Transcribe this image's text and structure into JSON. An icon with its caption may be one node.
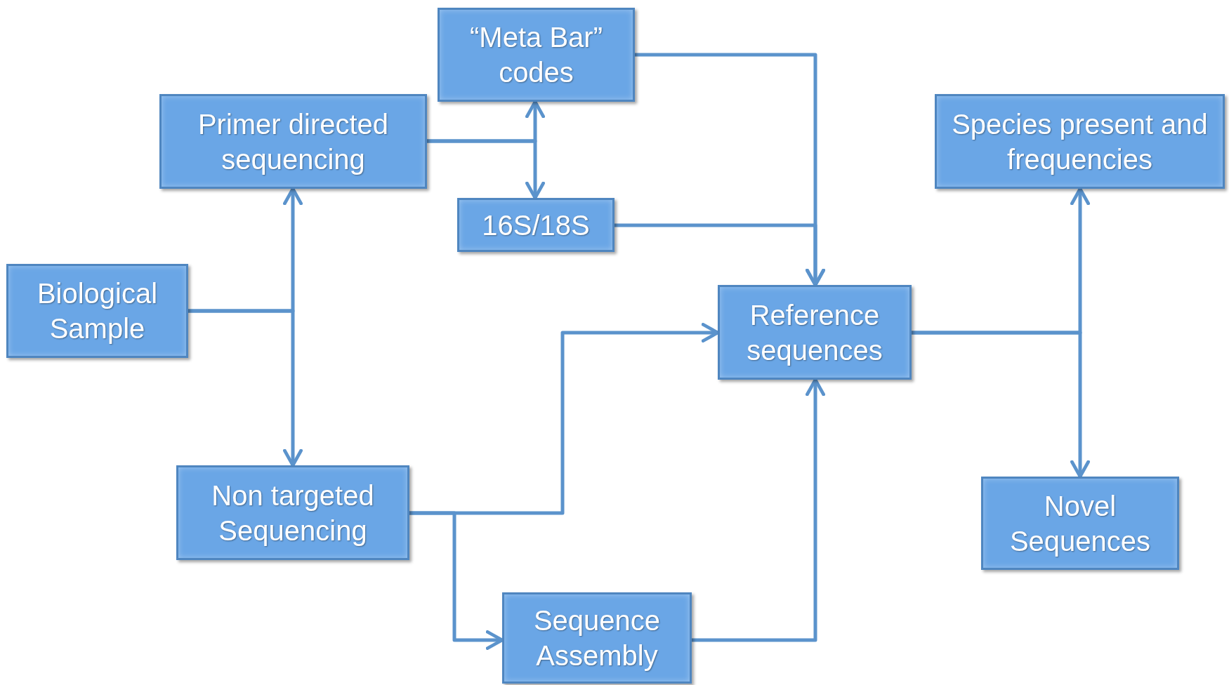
{
  "diagram": {
    "nodes": [
      {
        "text": [
          "“Meta Bar” codes"
        ]
      },
      {
        "text": [
          "Primer directed sequencing"
        ]
      },
      {
        "text": [
          "16S/18S"
        ]
      },
      {
        "text": [
          "Species present and frequencies"
        ]
      },
      {
        "text": [
          "Biological Sample"
        ]
      },
      {
        "text": [
          "Reference sequences"
        ]
      },
      {
        "text": [
          "Non targeted Sequencing"
        ]
      },
      {
        "text": [
          "Novel Sequences"
        ]
      },
      {
        "text": [
          "Sequence Assembly"
        ]
      }
    ],
    "edges": [
      {
        "from": 4,
        "to": 1,
        "arrow": "to"
      },
      {
        "from": 4,
        "to": 6,
        "arrow": "to"
      },
      {
        "from": 1,
        "to": 0,
        "arrow": "to"
      },
      {
        "from": 1,
        "to": 2,
        "arrow": "to"
      },
      {
        "from": 0,
        "to": 5,
        "arrow": "to"
      },
      {
        "from": 2,
        "to": 5,
        "arrow": "to"
      },
      {
        "from": 6,
        "to": 5,
        "arrow": "to"
      },
      {
        "from": 6,
        "to": 8,
        "arrow": "to"
      },
      {
        "from": 8,
        "to": 5,
        "arrow": "to"
      },
      {
        "from": 5,
        "to": 3,
        "arrow": "to"
      },
      {
        "from": 5,
        "to": 7,
        "arrow": "to"
      }
    ]
  }
}
